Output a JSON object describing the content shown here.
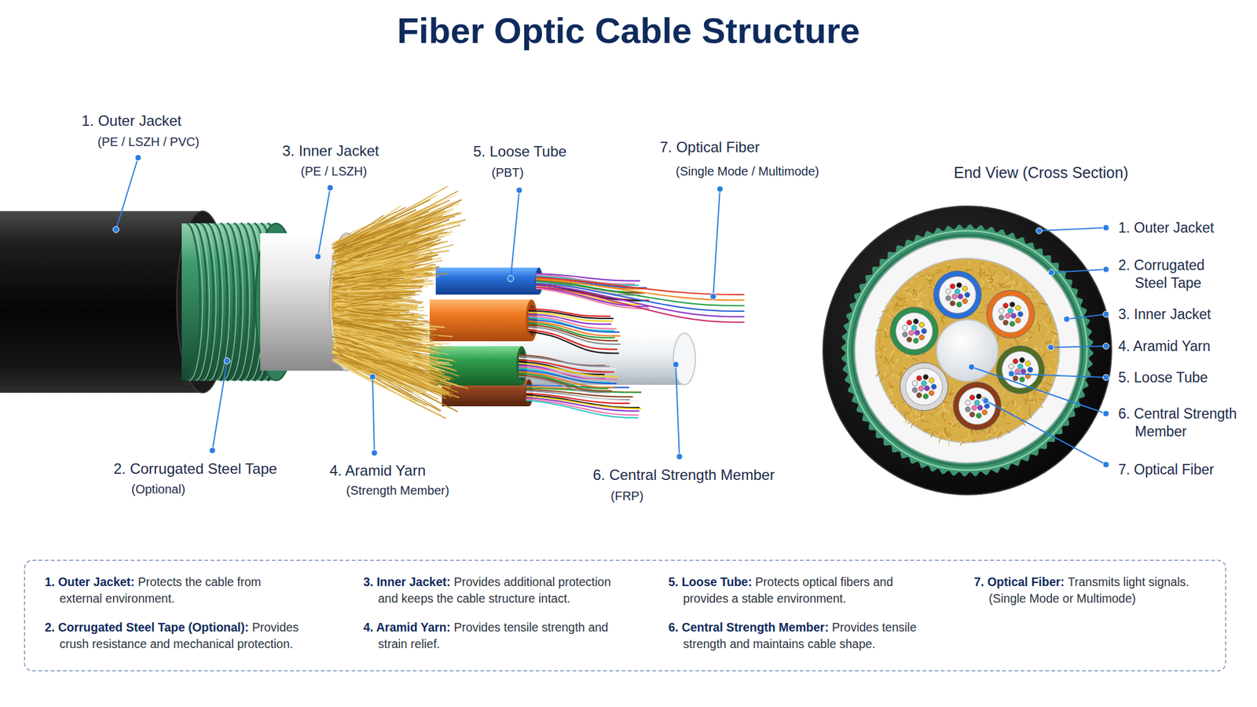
{
  "diagram": {
    "title": "Fiber Optic Cable Structure",
    "nodes": [
      {
        "text": [
          "1. Outer Jacket:",
          "Protects the cable from external environment.",
          "2. Corrugated Steel Tape (Optional):",
          "Provides crush resistance and mechanical protection.",
          "3. Inner Jacket:",
          "Provides additional protection and keeps the cable structure intact.",
          "4. Aramid Yarn:",
          "Provides tensile strength and strain relief.",
          "5. Loose Tube:",
          "Protects optical fibers and provides a stable environment.",
          "6. Central Strength Member:",
          "Provides tensile strength and maintains cable shape.",
          "7. Optical Fiber:",
          "Transmits light signals. (Single Mode or Multimode)"
        ]
      }
    ],
    "labels": [
      "1. Outer Jacket",
      "(PE / LSZH / PVC)",
      "3. Inner Jacket",
      "(PE / LSZH)",
      "5. Loose Tube",
      "(PBT)",
      "7. Optical Fiber",
      "(Single Mode / Multimode)",
      "2. Corrugated Steel Tape",
      "(Optional)",
      "4. Aramid Yarn",
      "(Strength Member)",
      "6. Central Strength Member",
      "(FRP)",
      "End View (Cross Section)",
      "1. Outer Jacket",
      "2. Corrugated Steel Tape",
      "3. Inner Jacket",
      "4. Aramid Yarn",
      "5. Loose Tube",
      "6. Central Strength Member",
      "7. Optical Fiber"
    ]
  }
}
